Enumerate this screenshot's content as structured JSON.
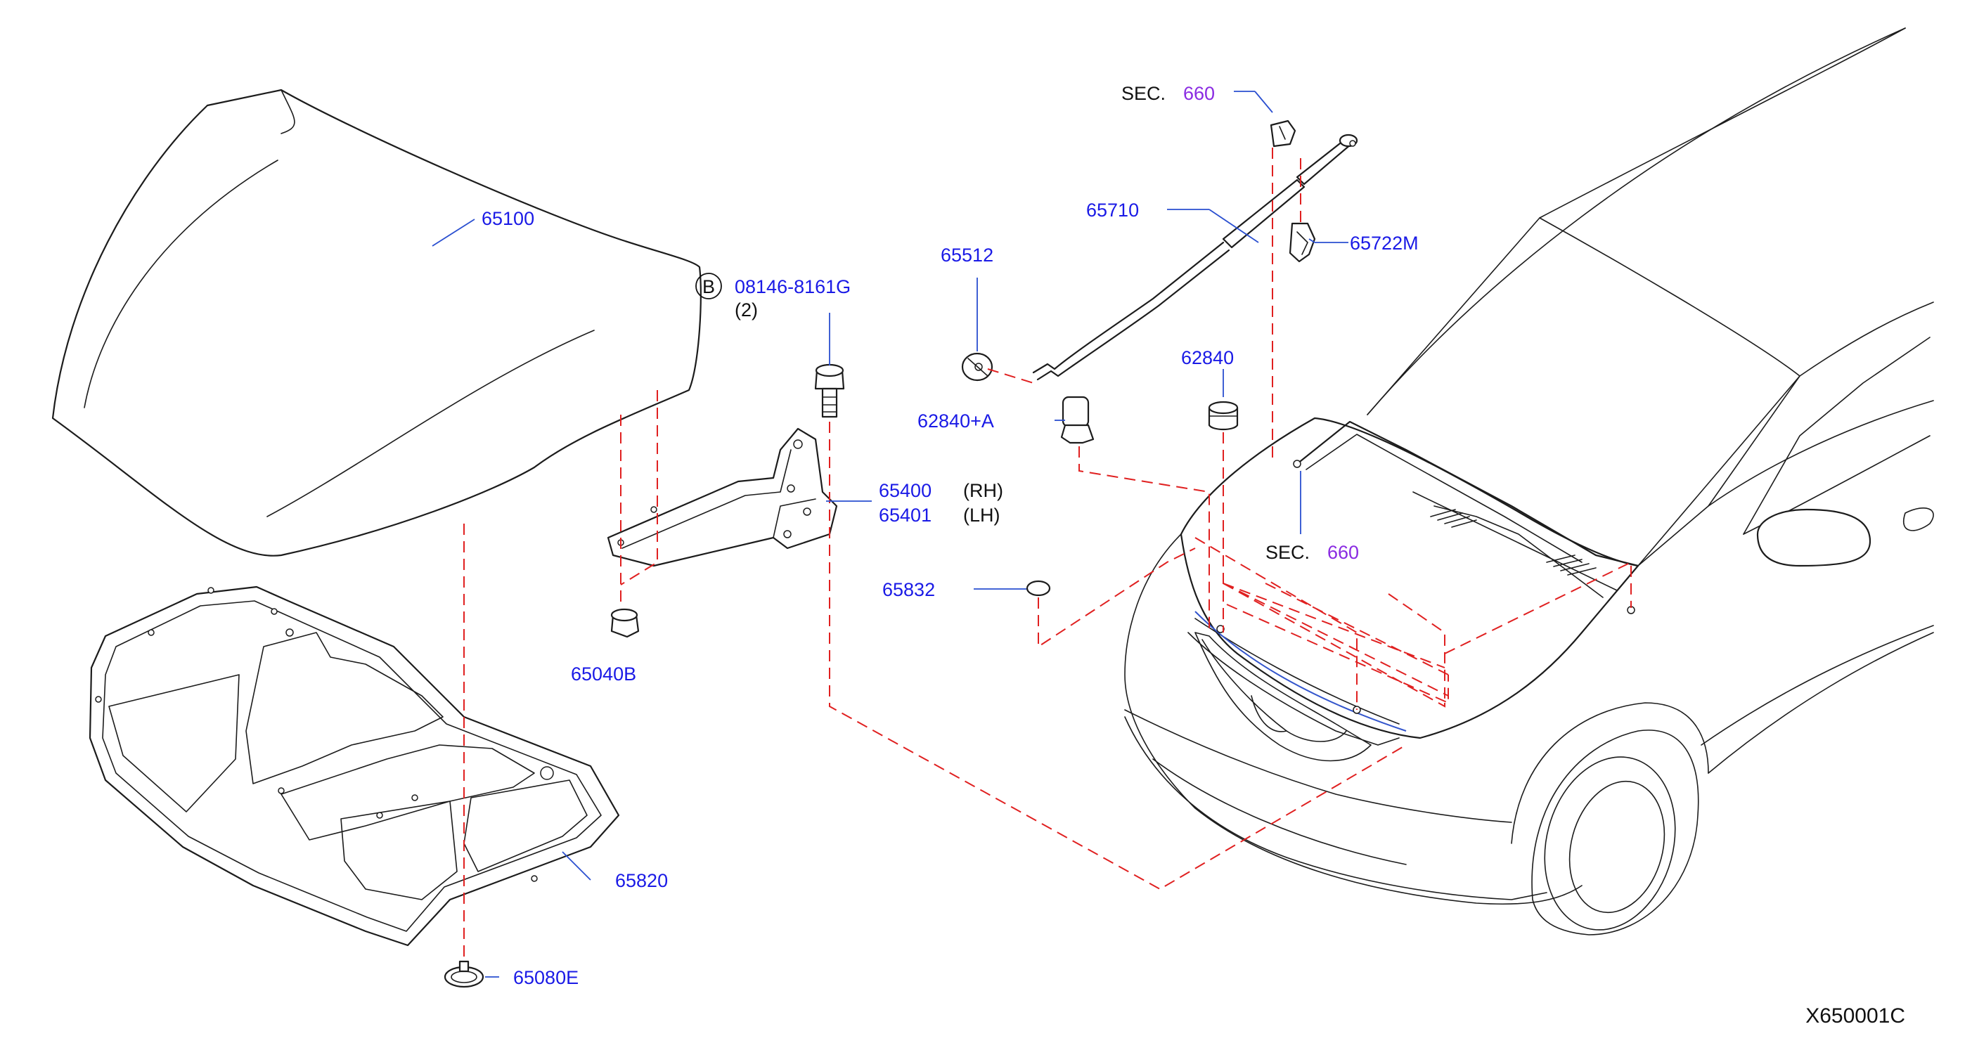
{
  "diagram": {
    "code": "X650001C",
    "parts": {
      "hood": "65100",
      "insulator": "65820",
      "clip_insulator": "65080E",
      "nut": "65040B",
      "bolt": "08146-8161G",
      "bolt_qty": "(2)",
      "bolt_marker": "B",
      "hinge_rh": "65400",
      "hinge_lh": "65401",
      "rh": "(RH)",
      "lh": "(LH)",
      "grommet": "65512",
      "stay_rod": "65710",
      "clip_stay": "65722M",
      "bumper_a": "62840+A",
      "bumper": "62840",
      "seal": "65832"
    },
    "sections": {
      "sec_label": "SEC.",
      "top_ref": "660",
      "mid_ref": "660"
    }
  }
}
